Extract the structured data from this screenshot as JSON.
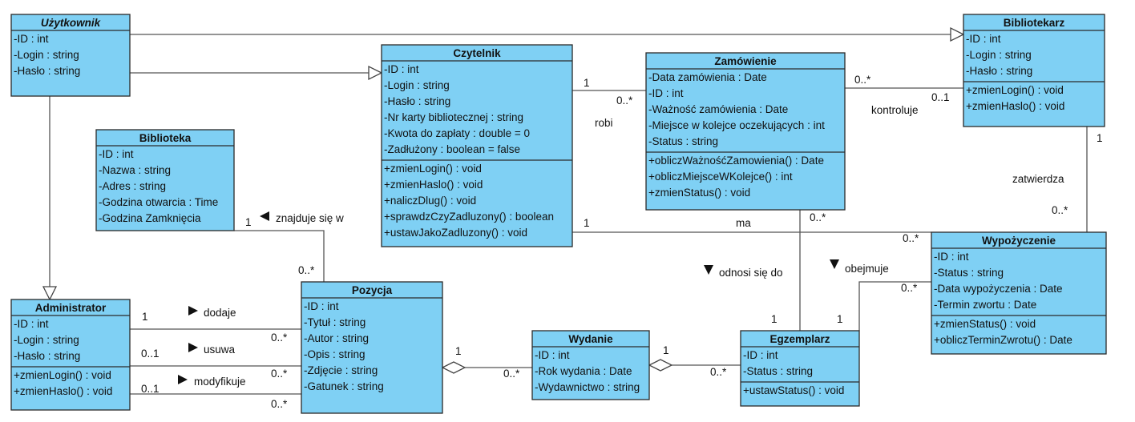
{
  "classes": {
    "uzytkownik": {
      "title": "Użytkownik",
      "attrs": [
        "-ID : int",
        "-Login : string",
        "-Hasło : string"
      ],
      "ops": []
    },
    "bibliotekarz": {
      "title": "Bibliotekarz",
      "attrs": [
        "-ID : int",
        "-Login : string",
        "-Hasło : string"
      ],
      "ops": [
        "+zmienLogin() : void",
        "+zmienHaslo() : void"
      ]
    },
    "czytelnik": {
      "title": "Czytelnik",
      "attrs": [
        "-ID : int",
        "-Login : string",
        "-Hasło : string",
        "-Nr karty bibliotecznej : string",
        "-Kwota do zapłaty : double = 0",
        "-Zadłużony : boolean = false"
      ],
      "ops": [
        "+zmienLogin() : void",
        "+zmienHaslo() : void",
        "+naliczDlug() : void",
        "+sprawdzCzyZadluzony() : boolean",
        "+ustawJakoZadluzony() : void"
      ]
    },
    "zamowienie": {
      "title": "Zamówienie",
      "attrs": [
        "-Data zamówienia : Date",
        "-ID : int",
        "-Ważność zamówienia : Date",
        "-Miejsce w kolejce oczekujących : int",
        "-Status : string"
      ],
      "ops": [
        "+obliczWażnośćZamowienia() : Date",
        "+obliczMiejsceWKolejce() : int",
        "+zmienStatus() : void"
      ]
    },
    "biblioteka": {
      "title": "Biblioteka",
      "attrs": [
        "-ID : int",
        "-Nazwa : string",
        "-Adres : string",
        "-Godzina otwarcia : Time",
        "-Godzina Zamknięcia"
      ],
      "ops": []
    },
    "wypozyczenie": {
      "title": "Wypożyczenie",
      "attrs": [
        "-ID : int",
        "-Status : string",
        "-Data wypożyczenia : Date",
        "-Termin zwortu : Date"
      ],
      "ops": [
        "+zmienStatus() : void",
        "+obliczTerminZwrotu() : Date"
      ]
    },
    "administrator": {
      "title": "Administrator",
      "attrs": [
        "-ID : int",
        "-Login : string",
        "-Hasło : string"
      ],
      "ops": [
        "+zmienLogin() : void",
        "+zmienHaslo() : void"
      ]
    },
    "pozycja": {
      "title": "Pozycja",
      "attrs": [
        "-ID : int",
        "-Tytuł : string",
        "-Autor : string",
        "-Opis : string",
        "-Zdjęcie : string",
        "-Gatunek : string"
      ],
      "ops": []
    },
    "wydanie": {
      "title": "Wydanie",
      "attrs": [
        "-ID : int",
        "-Rok wydania : Date",
        "-Wydawnictwo : string"
      ],
      "ops": []
    },
    "egzemplarz": {
      "title": "Egzemplarz",
      "attrs": [
        "-ID : int",
        "-Status : string"
      ],
      "ops": [
        "+ustawStatus() : void"
      ]
    }
  },
  "labels": {
    "robi": "robi",
    "kontroluje": "kontroluje",
    "zatwierdza": "zatwierdza",
    "ma": "ma",
    "znajduje": "znajduje się w",
    "odnosi": "odnosi się do",
    "obejmuje": "obejmuje",
    "dodaje": "dodaje",
    "usuwa": "usuwa",
    "modyfikuje": "modyfikuje"
  },
  "multiplicities": {
    "czyt_zam_1": "1",
    "czyt_zam_2": "0..*",
    "zam_bib_1": "0..*",
    "zam_bib_2": "0..1",
    "bib_wyp_1": "1",
    "bib_wyp_2": "0..*",
    "czyt_wyp_1": "1",
    "czyt_wyp_2": "0..*",
    "bibl_poz_1": "1",
    "bibl_poz_2": "0..*",
    "zam_egz_1": "0..*",
    "zam_egz_2": "1",
    "wyp_egz_1": "0..*",
    "wyp_egz_2": "1",
    "adm_dodaje_1": "1",
    "adm_dodaje_2": "0..*",
    "adm_usuwa_1": "0..1",
    "adm_usuwa_2": "0..*",
    "adm_modyf_1": "0..1",
    "adm_modyf_2": "0..*",
    "poz_wyd_1": "1",
    "poz_wyd_2": "0..*",
    "wyd_egz_1": "1",
    "wyd_egz_2": "0..*"
  }
}
